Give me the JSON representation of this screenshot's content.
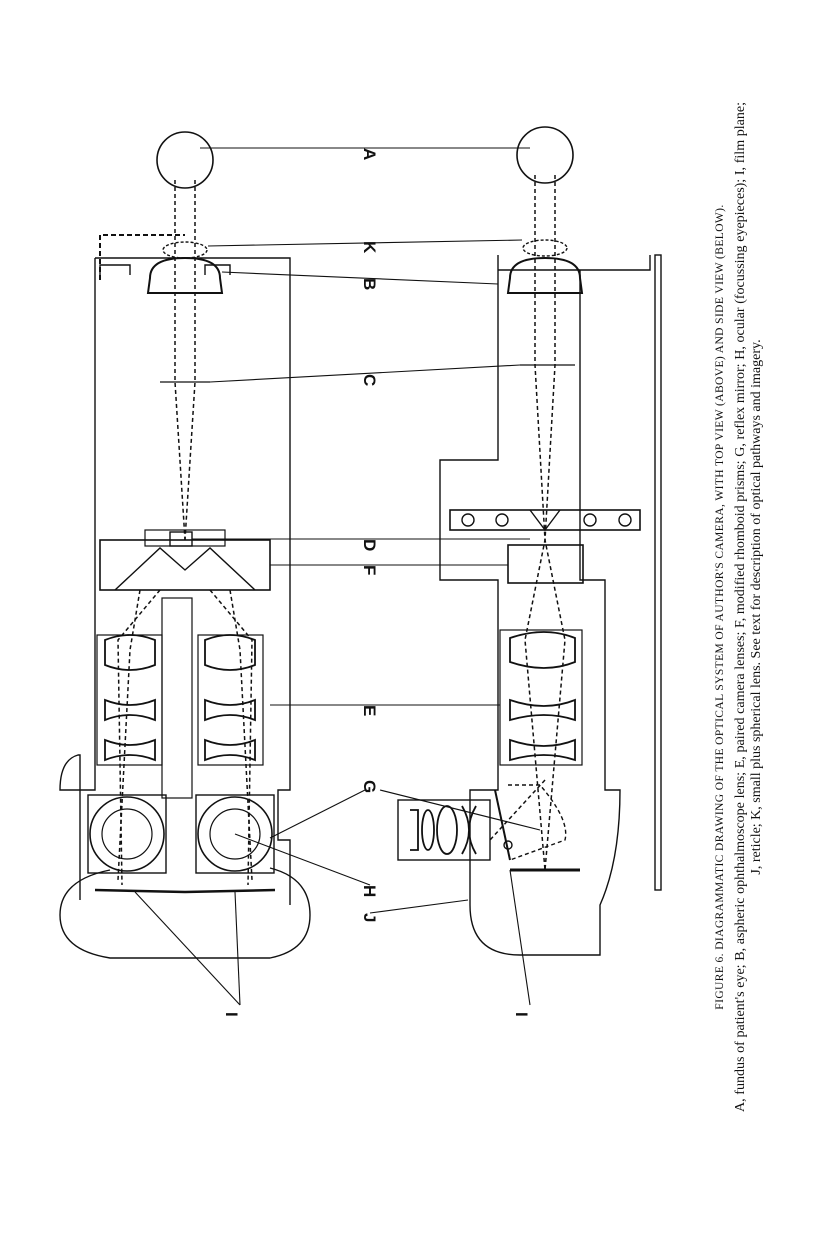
{
  "figure": {
    "title": "FIGURE 6. DIAGRAMMATIC DRAWING OF THE OPTICAL SYSTEM OF AUTHOR'S CAMERA, WITH TOP VIEW (ABOVE) AND SIDE VIEW (BELOW).",
    "legend": "A, fundus of patient's eye; B, aspheric ophthalmoscope lens; E, paired camera lenses; F, modified rhomboid prisms; G, reflex mirror; H, ocular (focussing eyepieces); I, film plane; J, reticle; K, small plus spherical lens. See text for description of optical pathways and imagery."
  },
  "labels": {
    "A": "A",
    "B": "B",
    "K": "K",
    "C": "C",
    "D": "D",
    "F": "F",
    "E": "E",
    "G": "G",
    "H": "H",
    "J": "J",
    "I_top": "I",
    "I_side": "I"
  },
  "colors": {
    "ink": "#111111",
    "paper": "#ffffff"
  }
}
